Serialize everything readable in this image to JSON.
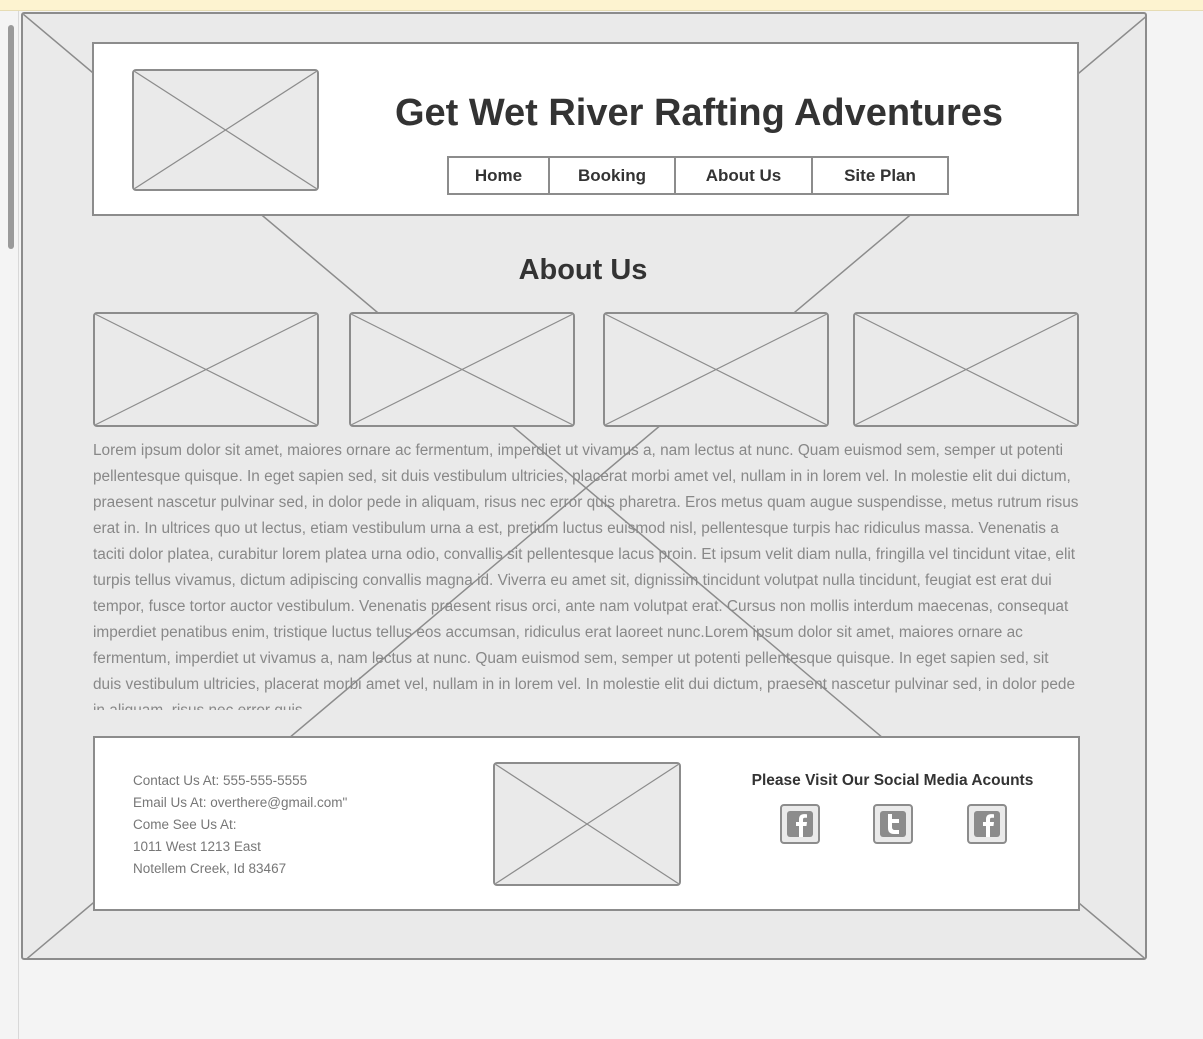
{
  "site": {
    "title": "Get Wet River Rafting Adventures"
  },
  "nav": {
    "items": [
      {
        "label": "Home"
      },
      {
        "label": "Booking"
      },
      {
        "label": "About Us"
      },
      {
        "label": "Site Plan"
      }
    ]
  },
  "main": {
    "heading": "About Us",
    "body": "Lorem ipsum dolor sit amet, maiores ornare ac fermentum, imperdiet ut vivamus a, nam lectus at nunc. Quam euismod sem, semper ut potenti pellentesque quisque. In eget sapien sed, sit duis vestibulum ultricies, placerat morbi amet vel, nullam in in lorem vel. In molestie elit dui dictum, praesent nascetur pulvinar sed, in dolor pede in aliquam, risus nec error quis pharetra. Eros metus quam augue suspendisse, metus rutrum risus erat in.  In ultrices quo ut lectus, etiam vestibulum urna a est, pretium luctus euismod nisl, pellentesque turpis hac ridiculus massa. Venenatis a taciti dolor platea, curabitur lorem platea urna odio, convallis sit pellentesque lacus proin. Et ipsum velit diam nulla, fringilla vel tincidunt vitae, elit turpis tellus vivamus, dictum adipiscing convallis magna id. Viverra eu amet sit, dignissim tincidunt volutpat nulla tincidunt, feugiat est erat dui tempor, fusce tortor auctor vestibulum. Venenatis praesent risus orci, ante nam volutpat erat. Cursus non mollis interdum maecenas, consequat imperdiet penatibus enim, tristique luctus tellus eos accumsan, ridiculus erat laoreet nunc.Lorem ipsum dolor sit amet, maiores ornare ac fermentum, imperdiet ut vivamus a, nam lectus at nunc. Quam euismod sem, semper ut potenti pellentesque quisque. In eget sapien sed, sit duis vestibulum ultricies, placerat morbi amet vel, nullam in in lorem vel. In molestie elit dui dictum, praesent nascetur pulvinar sed, in dolor pede in aliquam, risus nec error quis"
  },
  "footer": {
    "contact_phone": "Contact Us At: 555-555-5555",
    "contact_email": "Email Us At: overthere@gmail.com\"",
    "visit_label": "Come See Us At:",
    "address_line1": "1011 West 1213 East",
    "address_line2": "Notellem Creek, Id 83467",
    "social_title": "Please Visit Our Social Media Acounts",
    "social_icons": [
      "facebook-icon",
      "twitter-icon",
      "facebook-icon"
    ]
  },
  "colors": {
    "placeholder_fill": "#eaeaea",
    "stroke": "#8c8c8c",
    "text_dark": "#333333",
    "text_muted": "#888888",
    "page_bg": "#f4f4f4"
  }
}
